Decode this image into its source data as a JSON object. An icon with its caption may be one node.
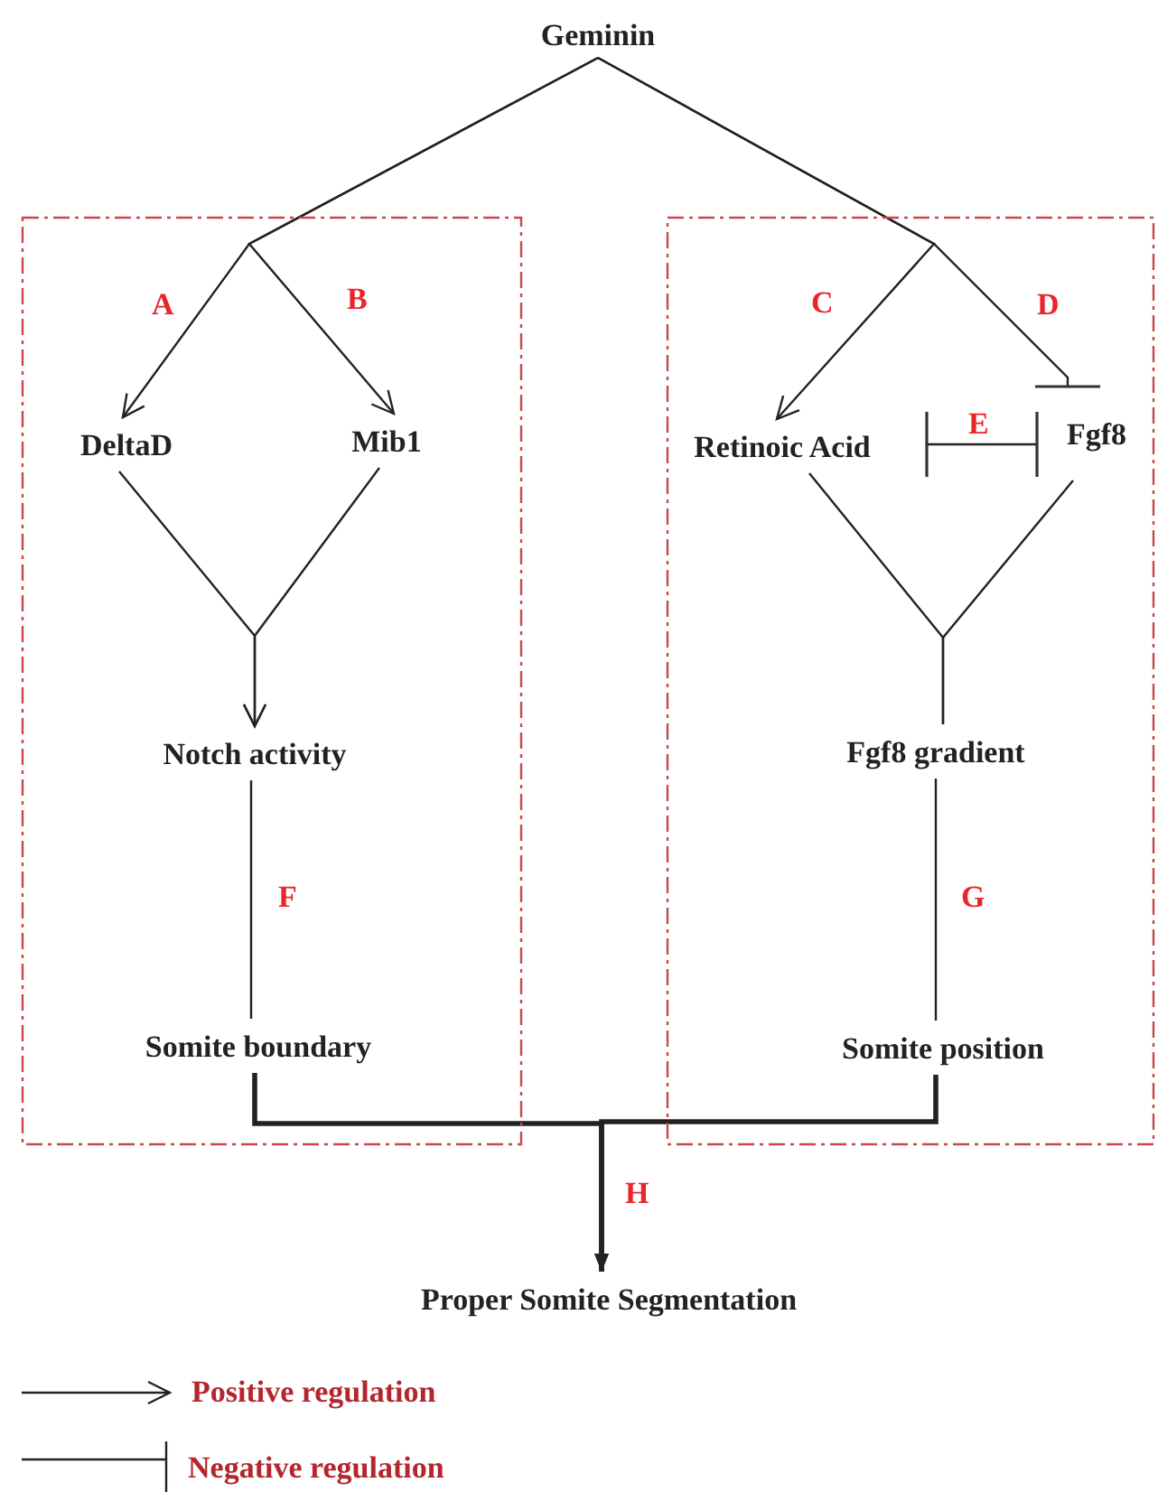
{
  "diagram": {
    "nodes": [
      {
        "text": [],
        "shape": "box"
      },
      {
        "text": [],
        "shape": "box"
      },
      {
        "text": [
          "Geminin"
        ]
      },
      {
        "text": [
          "DeltaD"
        ],
        "in": 0
      },
      {
        "text": [
          "Mib1"
        ],
        "in": 0
      },
      {
        "text": [
          "Notch activity"
        ],
        "in": 0
      },
      {
        "text": [
          "Somite boundary"
        ],
        "in": 0
      },
      {
        "text": [
          "Retinoic Acid"
        ],
        "in": 1
      },
      {
        "text": [
          "Fgf8"
        ],
        "in": 1
      },
      {
        "text": [
          "Fgf8 gradient"
        ],
        "in": 1
      },
      {
        "text": [
          "Somite position"
        ],
        "in": 1
      },
      {
        "text": [
          "Proper Somite Segmentation"
        ]
      }
    ],
    "edges": [
      {
        "from": 2,
        "to": 3,
        "arrow": "to",
        "label": "A"
      },
      {
        "from": 2,
        "to": 4,
        "arrow": "to",
        "label": "B"
      },
      {
        "from": 2,
        "to": 7,
        "arrow": "to",
        "label": "C"
      },
      {
        "from": 2,
        "to": 8,
        "arrow": "other",
        "label": "D"
      },
      {
        "from": 7,
        "to": 8,
        "arrow": "other",
        "label": "E"
      },
      {
        "from": 3,
        "to": 5,
        "arrow": "to"
      },
      {
        "from": 4,
        "to": 5,
        "arrow": "to"
      },
      {
        "from": 5,
        "to": 6,
        "arrow": "none",
        "label": "F"
      },
      {
        "from": 7,
        "to": 9,
        "arrow": "none"
      },
      {
        "from": 8,
        "to": 9,
        "arrow": "none"
      },
      {
        "from": 9,
        "to": 10,
        "arrow": "none",
        "label": "G"
      },
      {
        "from": 6,
        "to": 11,
        "arrow": "to",
        "style": "thick",
        "label": "H"
      },
      {
        "from": 10,
        "to": 11,
        "arrow": "to",
        "style": "thick"
      }
    ],
    "legend": [
      {
        "text": "Positive regulation"
      },
      {
        "text": "Negative regulation"
      }
    ]
  }
}
